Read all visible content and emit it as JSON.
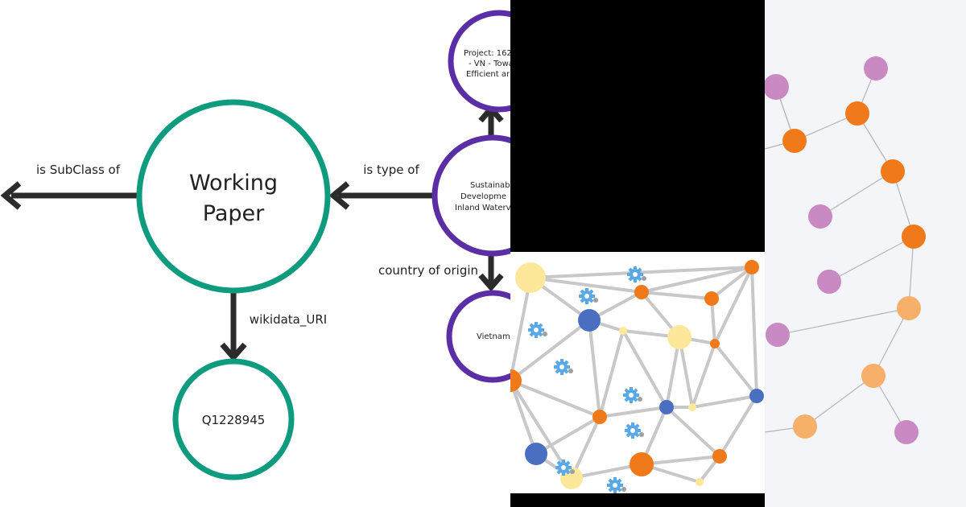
{
  "colors": {
    "green": "#0f9b7e",
    "purple": "#5b2ea6",
    "arrow": "#2b2b2b",
    "orange_dark": "#f07a1a",
    "orange_light": "#f6b06a",
    "violet": "#c98ac4",
    "blue": "#4a6fc1",
    "yellow": "#fde79a",
    "gear": "#59a8e8",
    "edge": "#c8c8c8"
  },
  "knowledge_graph": {
    "main_node": {
      "label_line1": "Working",
      "label_line2": "Paper"
    },
    "id_node": {
      "label": "Q1228945"
    },
    "project_node": {
      "line1": "Project: 162",
      "line2": "- VN - Towa",
      "line3": "Efficient ar"
    },
    "sustainable_node": {
      "line1": "Sustainab",
      "line2": "Developme",
      "line3": "Inland Waterv"
    },
    "vietnam_node": {
      "label": "Vietnam"
    },
    "edges": {
      "subclass": "is SubClass of",
      "type_of": "is type of",
      "uri": "wikidata_URI",
      "origin": "country of origin"
    }
  },
  "network_graphic": {
    "icons": [
      "gear-icon",
      "gear-icon",
      "gear-icon",
      "gear-icon",
      "gear-icon",
      "gear-icon",
      "gear-icon",
      "gear-icon"
    ]
  },
  "tree_graphic": {
    "node_colors": [
      "violet",
      "violet",
      "orange_dark",
      "orange_dark",
      "orange_dark",
      "violet",
      "orange_dark",
      "violet",
      "orange_light",
      "violet",
      "orange_light",
      "orange_light",
      "violet"
    ]
  }
}
